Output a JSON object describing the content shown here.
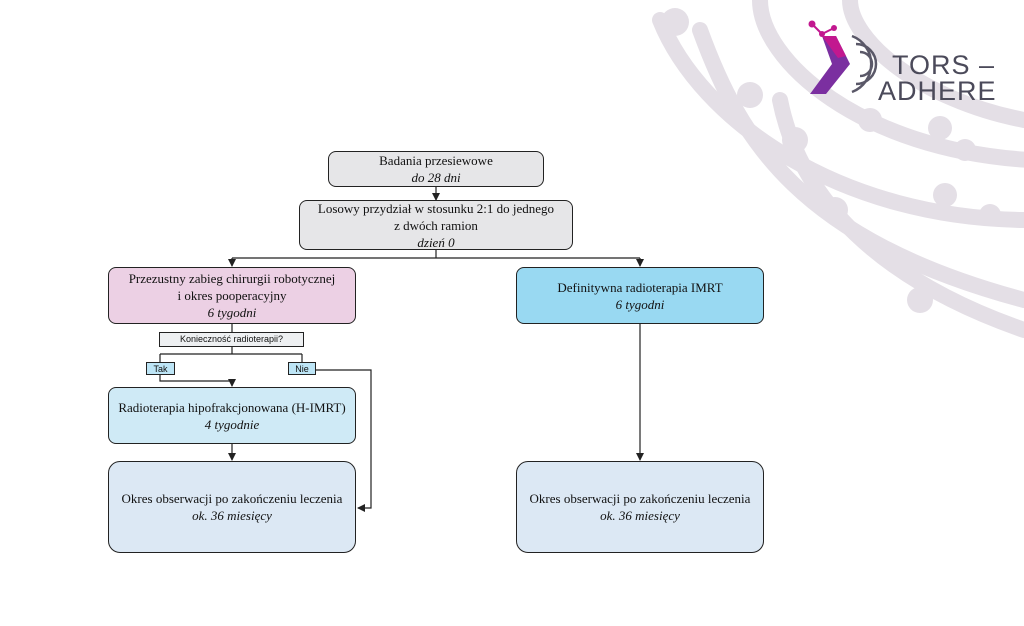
{
  "logo": {
    "line1": "TORS –",
    "line2": "ADHERE"
  },
  "nodes": {
    "screening": {
      "title": "Badania przesiewowe",
      "sub": "do 28 dni"
    },
    "randomization": {
      "line1": "Losowy przydział w stosunku 2:1 do jednego",
      "line2": "z dwóch ramion",
      "sub": "dzień 0"
    },
    "surgery": {
      "line1": "Przezustny zabieg chirurgii robotycznej",
      "line2": "i okres pooperacyjny",
      "sub": "6 tygodni"
    },
    "imrt": {
      "title": "Definitywna radioterapia IMRT",
      "sub": "6 tygodni"
    },
    "decision": {
      "label": "Konieczność radioterapii?"
    },
    "yes": {
      "label": "Tak"
    },
    "no": {
      "label": "Nie"
    },
    "himrt": {
      "title": "Radioterapia hipofrakcjonowana (H-IMRT)",
      "sub": "4 tygodnie"
    },
    "followup_left": {
      "title": "Okres obserwacji po zakończeniu leczenia",
      "sub": "ok. 36 miesięcy"
    },
    "followup_right": {
      "title": "Okres obserwacji po zakończeniu leczenia",
      "sub": "ok. 36 miesięcy"
    }
  },
  "colors": {
    "gray": "#e6e6e8",
    "pink": "#ecd0e4",
    "blue": "#99d9f2",
    "light_blue": "#cfeaf6",
    "pale_blue": "#dce8f4",
    "logo_purple": "#7b2fa0",
    "logo_magenta": "#c2188f",
    "circuit": "#e4dfe6"
  }
}
